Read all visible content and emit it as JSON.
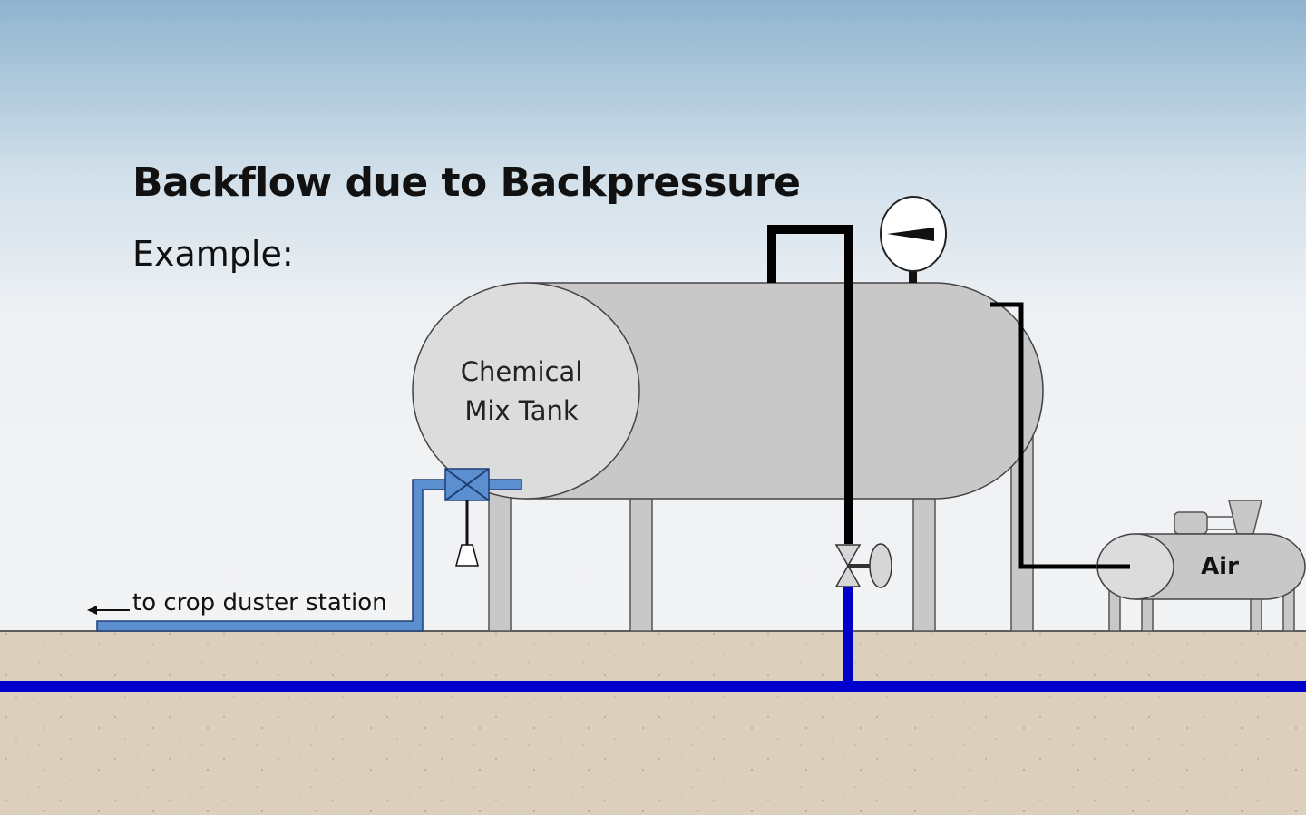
{
  "slide": {
    "title": "Backflow due to Backpressure",
    "subtitle": "Example:"
  },
  "diagram": {
    "tank_label_line1": "Chemical",
    "tank_label_line2": "Mix Tank",
    "compressor_label": "Air",
    "outlet_label": "to crop duster station"
  },
  "colors": {
    "sky_top": "#8fb4cf",
    "sky_bottom": "#eef1f4",
    "ground": "#dcd0bd",
    "tank_body": "#c8c8c8",
    "tank_end": "#dcdcdc",
    "supply_pipe": "#0000cc",
    "chemical_line": "#5b8fcf",
    "air_line": "#000000"
  }
}
